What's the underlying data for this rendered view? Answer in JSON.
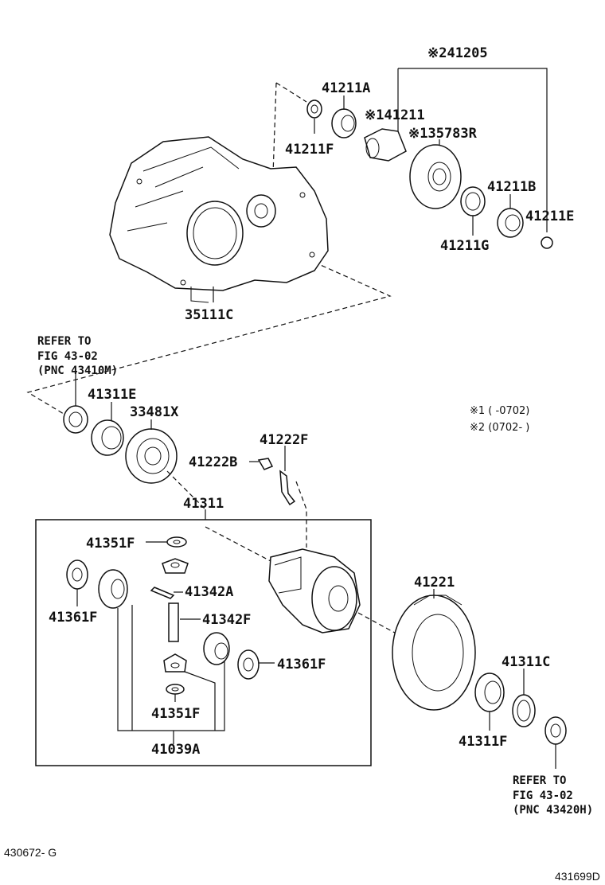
{
  "parts": {
    "p41205": "※241205",
    "p41211A": "41211A",
    "p41211": "※141211",
    "p41211F": "41211F",
    "p35783R": "※135783R",
    "p41211B": "41211B",
    "p41211E": "41211E",
    "p41211G": "41211G",
    "p35111C": "35111C",
    "p41311E": "41311E",
    "p33481X": "33481X",
    "p41222F": "41222F",
    "p41222B": "41222B",
    "p41311": "41311",
    "p41351F_top": "41351F",
    "p41342A": "41342A",
    "p41361F_left": "41361F",
    "p41342F": "41342F",
    "p41361F_right": "41361F",
    "p41351F_bottom": "41351F",
    "p41039A": "41039A",
    "p41221": "41221",
    "p41311C": "41311C",
    "p41311F": "41311F"
  },
  "refer_top": {
    "line1": "REFER TO",
    "line2": "FIG 43-02",
    "line3": "(PNC 43410M)"
  },
  "refer_bottom": {
    "line1": "REFER TO",
    "line2": "FIG 43-02",
    "line3": "(PNC 43420H)"
  },
  "legend": {
    "row1": "※1 (      -0702)",
    "row2": "※2 (0702-      )"
  },
  "footer": {
    "left": "430672- G",
    "right": "431699D"
  }
}
